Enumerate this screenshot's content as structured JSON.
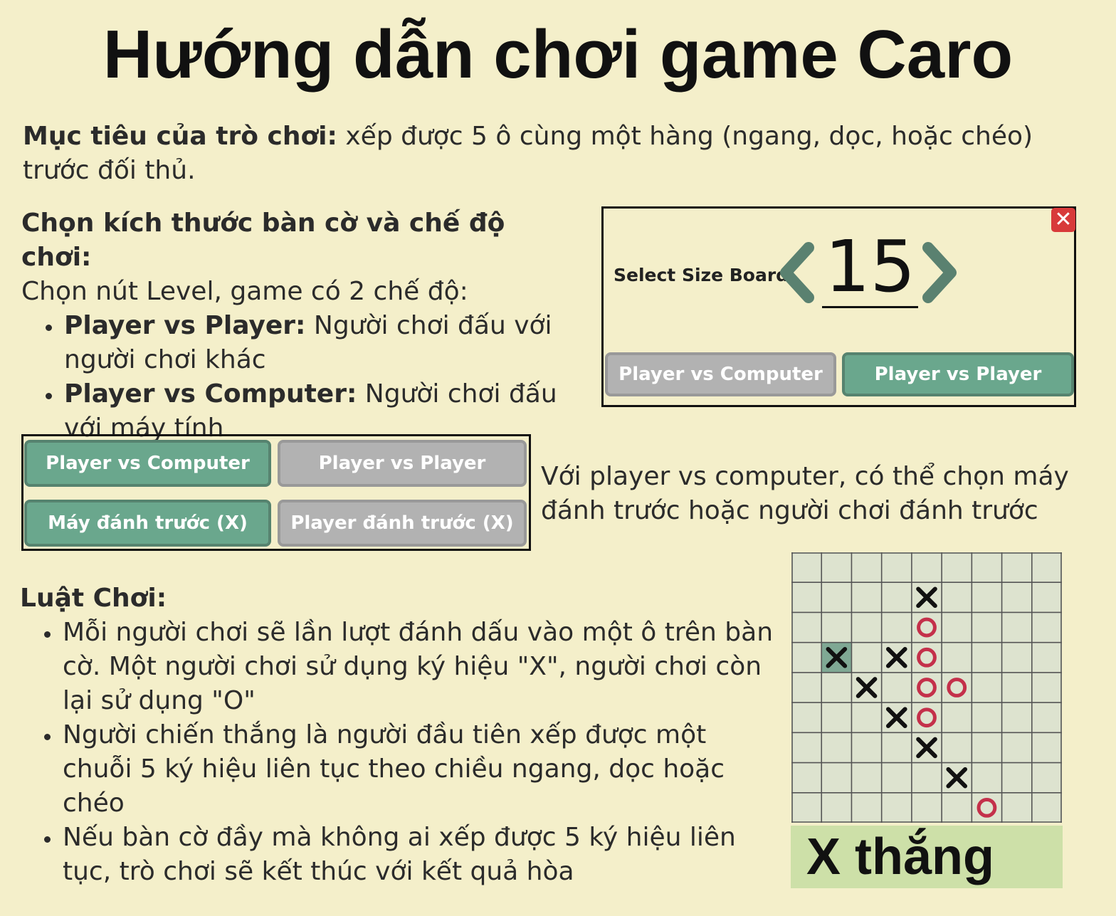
{
  "title": "Hướng dẫn chơi game Caro",
  "objective": {
    "label": "Mục tiêu của trò chơi:",
    "text": " xếp được 5 ô cùng một hàng (ngang, dọc, hoặc chéo) trước đối thủ."
  },
  "modes": {
    "heading": "Chọn kích thước bàn cờ và chế độ chơi:",
    "intro": "Chọn nút Level, game có 2 chế độ:",
    "items": [
      {
        "label": "Player vs Player:",
        "text": " Người chơi đấu với người chơi khác"
      },
      {
        "label": "Player vs Computer:",
        "text": " Người chơi đấu với máy tính"
      }
    ]
  },
  "size_panel": {
    "label": "Select Size Board",
    "value": "15",
    "close_icon": "close-icon",
    "buttons": [
      {
        "label": "Player vs Computer",
        "state": "gray"
      },
      {
        "label": "Player vs Player",
        "state": "green"
      }
    ]
  },
  "order_panel": {
    "buttons": [
      {
        "label": "Player vs Computer",
        "state": "green"
      },
      {
        "label": "Player vs Player",
        "state": "gray"
      },
      {
        "label": "Máy đánh trước (X)",
        "state": "green"
      },
      {
        "label": "Player đánh trước (X)",
        "state": "gray"
      }
    ],
    "note": "Với player vs computer, có thể chọn máy đánh trước hoặc người chơi đánh trước"
  },
  "rules": {
    "heading": "Luật Chơi:",
    "items": [
      "Mỗi người chơi sẽ lần lượt đánh dấu vào một ô trên bàn cờ. Một người chơi sử dụng ký hiệu \"X\", người chơi còn lại sử dụng \"O\"",
      "Người chiến thắng là người đầu tiên xếp được một chuỗi 5 ký hiệu liên tục theo chiều ngang, dọc hoặc chéo",
      "Nếu bàn cờ đầy mà không ai xếp được 5 ký hiệu liên tục, trò chơi sẽ kết thúc với kết quả hòa"
    ]
  },
  "board": {
    "rows": 9,
    "cols": 9,
    "cell_color": "#dde3cf",
    "line_color": "#555555",
    "x_color": "#111111",
    "o_color": "#c4304a",
    "highlight_color": "#7fa894",
    "marks": [
      {
        "row": 1,
        "col": 4,
        "mark": "X"
      },
      {
        "row": 2,
        "col": 4,
        "mark": "O"
      },
      {
        "row": 3,
        "col": 1,
        "mark": "X",
        "highlight": true
      },
      {
        "row": 3,
        "col": 3,
        "mark": "X"
      },
      {
        "row": 3,
        "col": 4,
        "mark": "O"
      },
      {
        "row": 4,
        "col": 2,
        "mark": "X"
      },
      {
        "row": 4,
        "col": 4,
        "mark": "O"
      },
      {
        "row": 4,
        "col": 5,
        "mark": "O"
      },
      {
        "row": 5,
        "col": 3,
        "mark": "X"
      },
      {
        "row": 5,
        "col": 4,
        "mark": "O"
      },
      {
        "row": 6,
        "col": 4,
        "mark": "X"
      },
      {
        "row": 7,
        "col": 5,
        "mark": "X"
      },
      {
        "row": 8,
        "col": 6,
        "mark": "O"
      }
    ],
    "result": "X thắng"
  }
}
